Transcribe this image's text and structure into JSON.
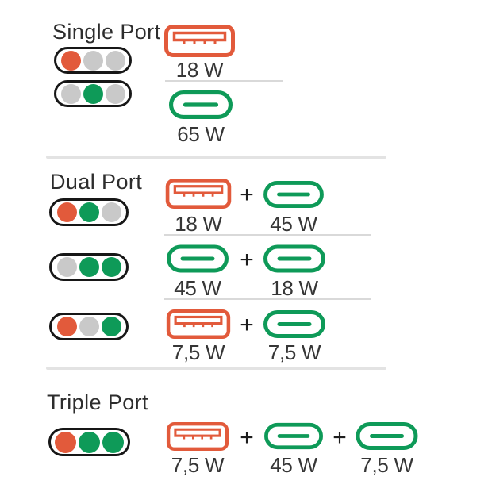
{
  "colors": {
    "orange": "#e25a3b",
    "green": "#0e9a58",
    "gray": "#c9c9c9",
    "pill_outline": "#171717",
    "text": "#363636",
    "divider_thin": "#d9d9d9",
    "divider_section": "#e3e3e3"
  },
  "plus": "+",
  "icons": {
    "usb_a": "usb-a-connector-outline",
    "usb_c": "usb-c-connector-outline",
    "status_light": "circle"
  },
  "sections": [
    {
      "title": "Single Port",
      "rows": [
        {
          "lights": [
            "orange",
            "gray",
            "gray"
          ],
          "ports": [
            {
              "type": "usb-a",
              "watts": "18 W"
            }
          ]
        },
        {
          "lights": [
            "gray",
            "green",
            "gray"
          ],
          "ports": [
            {
              "type": "usb-c",
              "watts": "65 W"
            }
          ]
        }
      ]
    },
    {
      "title": "Dual Port",
      "rows": [
        {
          "lights": [
            "orange",
            "green",
            "gray"
          ],
          "ports": [
            {
              "type": "usb-a",
              "watts": "18 W"
            },
            {
              "type": "usb-c",
              "watts": "45 W"
            }
          ]
        },
        {
          "lights": [
            "gray",
            "green",
            "green"
          ],
          "ports": [
            {
              "type": "usb-c",
              "watts": "45 W"
            },
            {
              "type": "usb-c",
              "watts": "18 W"
            }
          ]
        },
        {
          "lights": [
            "orange",
            "gray",
            "green"
          ],
          "ports": [
            {
              "type": "usb-a",
              "watts": "7,5 W"
            },
            {
              "type": "usb-c",
              "watts": "7,5 W"
            }
          ]
        }
      ]
    },
    {
      "title": "Triple Port",
      "rows": [
        {
          "lights": [
            "orange",
            "green",
            "green"
          ],
          "ports": [
            {
              "type": "usb-a",
              "watts": "7,5 W"
            },
            {
              "type": "usb-c",
              "watts": "45 W"
            },
            {
              "type": "usb-c",
              "watts": "7,5 W"
            }
          ]
        }
      ]
    }
  ]
}
